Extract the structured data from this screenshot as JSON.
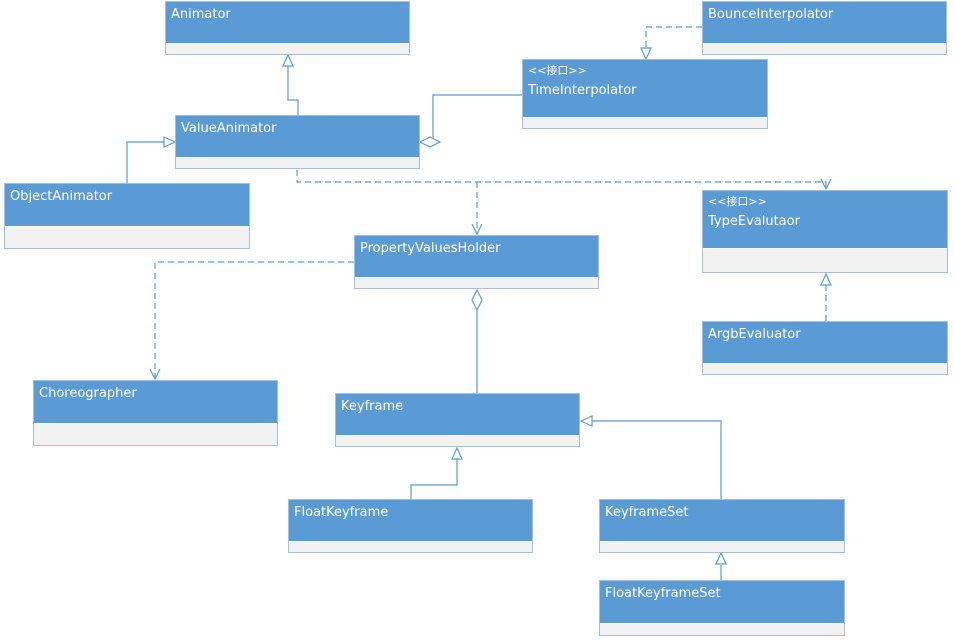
{
  "colors": {
    "class_fill": "#5b9bd5",
    "class_text": "#ffffff",
    "compartment_fill": "#f2f2f2",
    "line": "#5b9bd5"
  },
  "classes": {
    "animator": {
      "name": "Animator"
    },
    "bounce_interpolator": {
      "name": "BounceInterpolator"
    },
    "time_interpolator": {
      "stereotype": "<<接口>>",
      "name": "TimeInterpolator"
    },
    "value_animator": {
      "name": "ValueAnimator"
    },
    "object_animator": {
      "name": "ObjectAnimator"
    },
    "property_values_holder": {
      "name": "PropertyValuesHolder"
    },
    "type_evaluator": {
      "stereotype": "<<接口>>",
      "name": "TypeEvalutaor"
    },
    "argb_evaluator": {
      "name": "ArgbEvaluator"
    },
    "choreographer": {
      "name": "Choreographer"
    },
    "keyframe": {
      "name": "Keyframe"
    },
    "float_keyframe": {
      "name": "FloatKeyframe"
    },
    "keyframe_set": {
      "name": "KeyframeSet"
    },
    "float_keyframe_set": {
      "name": "FloatKeyframeSet"
    }
  }
}
